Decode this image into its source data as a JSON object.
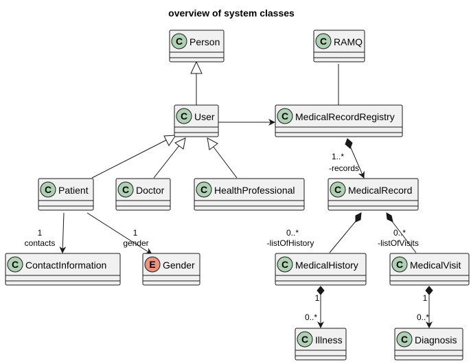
{
  "title": "overview of system classes",
  "colors": {
    "box_fill": "#f1f1f1",
    "box_stroke": "#181818",
    "class_circle": "#add1b2",
    "enum_circle": "#eb937f",
    "line": "#181818"
  },
  "classes": {
    "person": {
      "name": "Person",
      "stereotype": "C"
    },
    "ramq": {
      "name": "RAMQ",
      "stereotype": "C"
    },
    "user": {
      "name": "User",
      "stereotype": "C"
    },
    "registry": {
      "name": "MedicalRecordRegistry",
      "stereotype": "C"
    },
    "patient": {
      "name": "Patient",
      "stereotype": "C"
    },
    "doctor": {
      "name": "Doctor",
      "stereotype": "C"
    },
    "health_professional": {
      "name": "HealthProfessional",
      "stereotype": "C"
    },
    "medical_record": {
      "name": "MedicalRecord",
      "stereotype": "C"
    },
    "contact_information": {
      "name": "ContactInformation",
      "stereotype": "C"
    },
    "gender": {
      "name": "Gender",
      "stereotype": "E"
    },
    "medical_history": {
      "name": "MedicalHistory",
      "stereotype": "C"
    },
    "medical_visit": {
      "name": "MedicalVisit",
      "stereotype": "C"
    },
    "illness": {
      "name": "Illness",
      "stereotype": "C"
    },
    "diagnosis": {
      "name": "Diagnosis",
      "stereotype": "C"
    }
  },
  "labels": {
    "records_mult": "1..*",
    "records_role": "-records",
    "contacts_mult": "1",
    "contacts_role": "contacts",
    "gender_mult": "1",
    "gender_role": "gender",
    "history_mult": "0..*",
    "history_role": "-listOfHistory",
    "visits_mult": "0..*",
    "visits_role": "-listOfVisits",
    "illness_src_mult": "1",
    "illness_dst_mult": "0..*",
    "diagnosis_src_mult": "1",
    "diagnosis_dst_mult": "0..*"
  }
}
